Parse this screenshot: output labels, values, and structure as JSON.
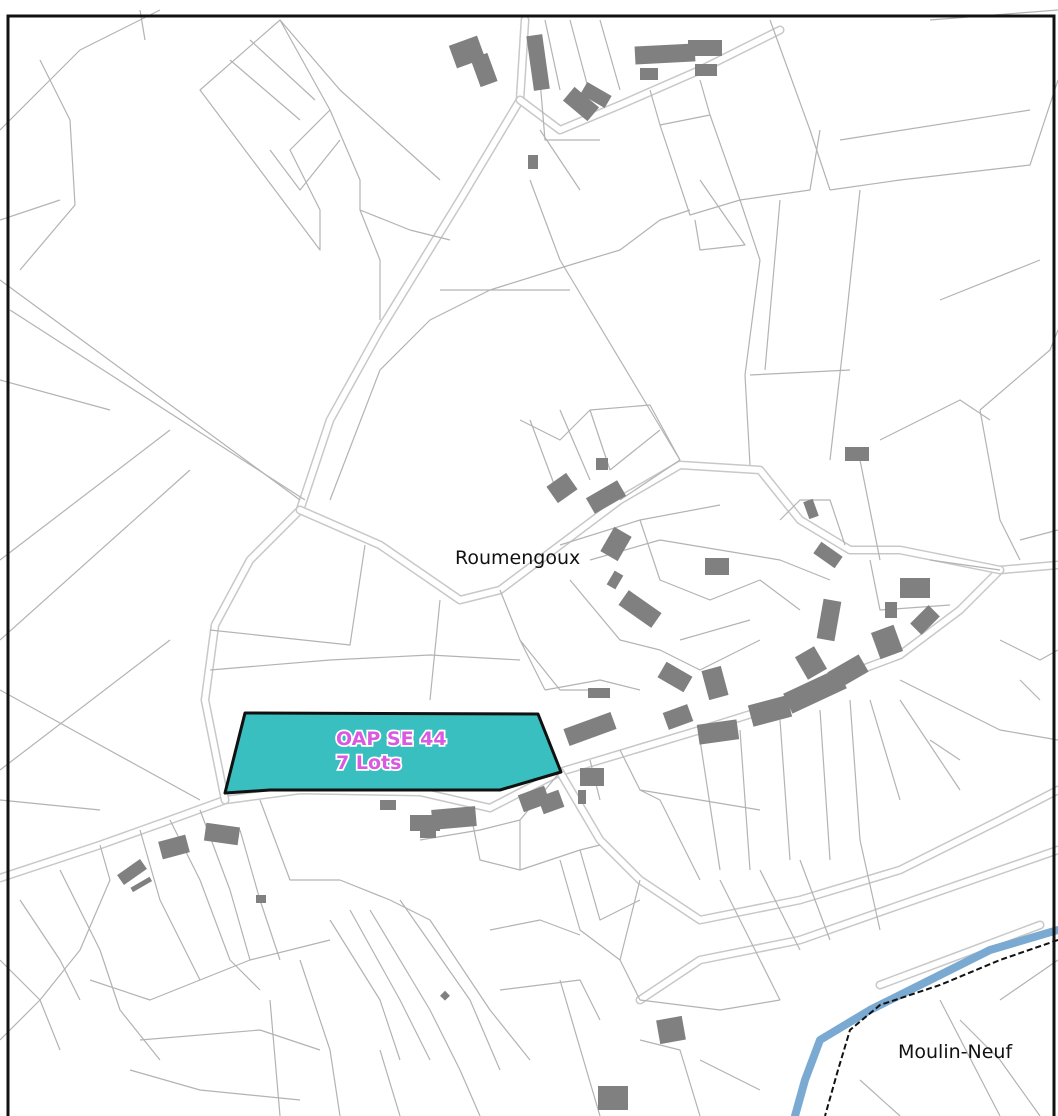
{
  "places": {
    "hamlet": "Roumengoux",
    "east_locality": "Moulin-Neuf"
  },
  "oap_zone": {
    "title": "OAP SE 44",
    "lots": "7 Lots",
    "fill_color": "#39bfbf",
    "outline_color": "#111111"
  },
  "colors": {
    "parcel_lines": "#b3b3b3",
    "buildings": "#808080",
    "river": "#7aaad1",
    "boundary": "#111111",
    "label_accent": "#d85ae0"
  }
}
